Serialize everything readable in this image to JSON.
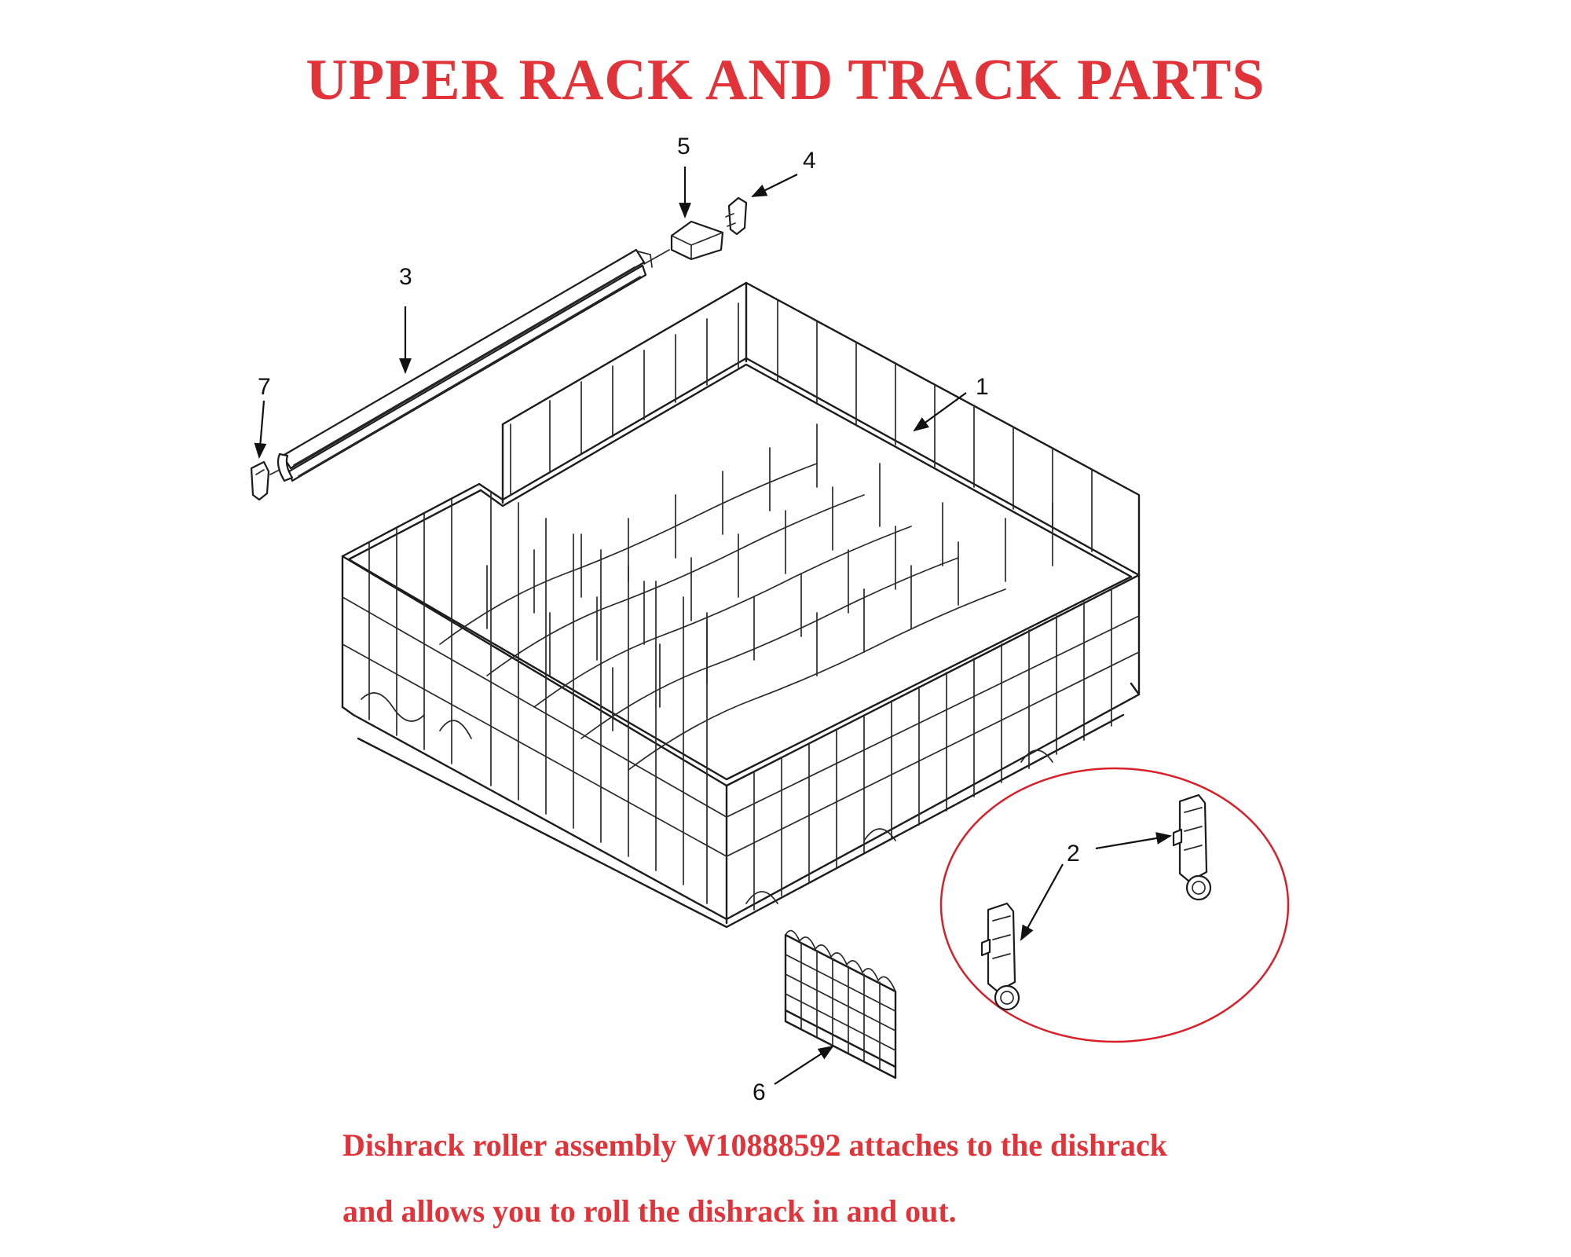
{
  "title": "UPPER RACK AND TRACK PARTS",
  "callouts": {
    "c1": "1",
    "c2": "2",
    "c3": "3",
    "c4": "4",
    "c5": "5",
    "c6": "6",
    "c7": "7"
  },
  "caption": {
    "line1": "Dishrack roller assembly W10888592 attaches to the dishrack",
    "line2": "and allows you to roll the dishrack in and out."
  },
  "colors": {
    "title": "#e0343a",
    "caption": "#e0343a",
    "highlight_circle": "#d8202a",
    "line_art": "#1c1c1c"
  }
}
